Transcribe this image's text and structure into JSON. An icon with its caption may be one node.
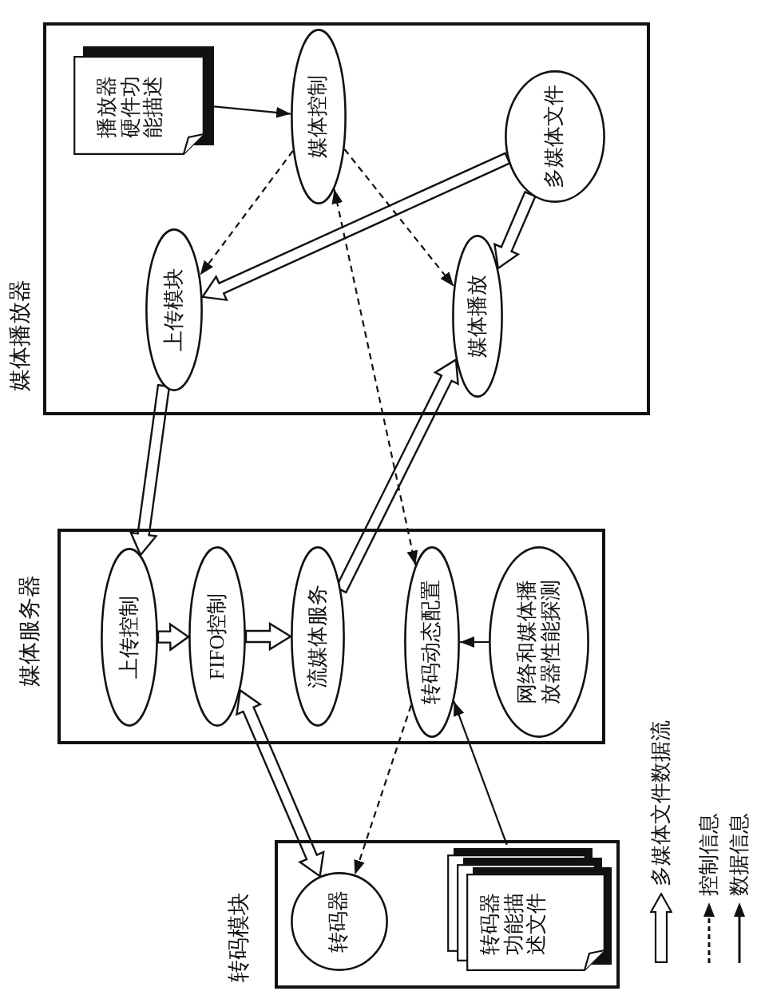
{
  "diagram": {
    "nodes": [
      {
        "text": [
          "媒体播放器"
        ]
      },
      {
        "text": [
          "播放器硬件功能描述"
        ],
        "in": 0
      },
      {
        "text": [
          "媒体控制"
        ],
        "in": 0
      },
      {
        "text": [
          "多媒体文件"
        ],
        "in": 0
      },
      {
        "text": [
          "上传模块"
        ],
        "in": 0
      },
      {
        "text": [
          "媒体播放"
        ],
        "in": 0
      },
      {
        "text": [
          "媒体服务器"
        ]
      },
      {
        "text": [
          "上传控制"
        ],
        "in": 6
      },
      {
        "text": [
          "FIFO控制"
        ],
        "in": 6
      },
      {
        "text": [
          "流媒体服务"
        ],
        "in": 6
      },
      {
        "text": [
          "转码动态配置"
        ],
        "in": 6
      },
      {
        "text": [
          "网络和媒体播放器性能探测"
        ],
        "in": 6
      },
      {
        "text": [
          "转码模块"
        ]
      },
      {
        "text": [
          "转码器"
        ],
        "in": 12
      },
      {
        "text": [
          "转码器功能描述文件"
        ],
        "in": 12
      }
    ],
    "edges": [
      {
        "from": 1,
        "to": 2,
        "arrow": "to"
      },
      {
        "from": 2,
        "to": 4,
        "arrow": "to",
        "style": "dashed"
      },
      {
        "from": 2,
        "to": 5,
        "arrow": "to",
        "style": "dashed"
      },
      {
        "from": 3,
        "to": 4,
        "arrow": "to",
        "style": "thick"
      },
      {
        "from": 3,
        "to": 5,
        "arrow": "to",
        "style": "thick"
      },
      {
        "from": 4,
        "to": 7,
        "arrow": "to",
        "style": "thick"
      },
      {
        "from": 9,
        "to": 5,
        "arrow": "to",
        "style": "thick"
      },
      {
        "from": 2,
        "to": 10,
        "arrow": "both",
        "style": "dashed"
      },
      {
        "from": 10,
        "to": 13,
        "arrow": "to",
        "style": "dashed"
      },
      {
        "from": 11,
        "to": 10,
        "arrow": "to"
      },
      {
        "from": 14,
        "to": 10,
        "arrow": "to"
      },
      {
        "from": 7,
        "to": 8,
        "arrow": "to",
        "style": "thick"
      },
      {
        "from": 8,
        "to": 9,
        "arrow": "to",
        "style": "thick"
      },
      {
        "from": 8,
        "to": 13,
        "arrow": "both",
        "style": "thick"
      }
    ],
    "legend": [
      {
        "text": "多媒体文件数据流"
      },
      {
        "text": "控制信息"
      },
      {
        "text": "数据信息"
      }
    ]
  }
}
